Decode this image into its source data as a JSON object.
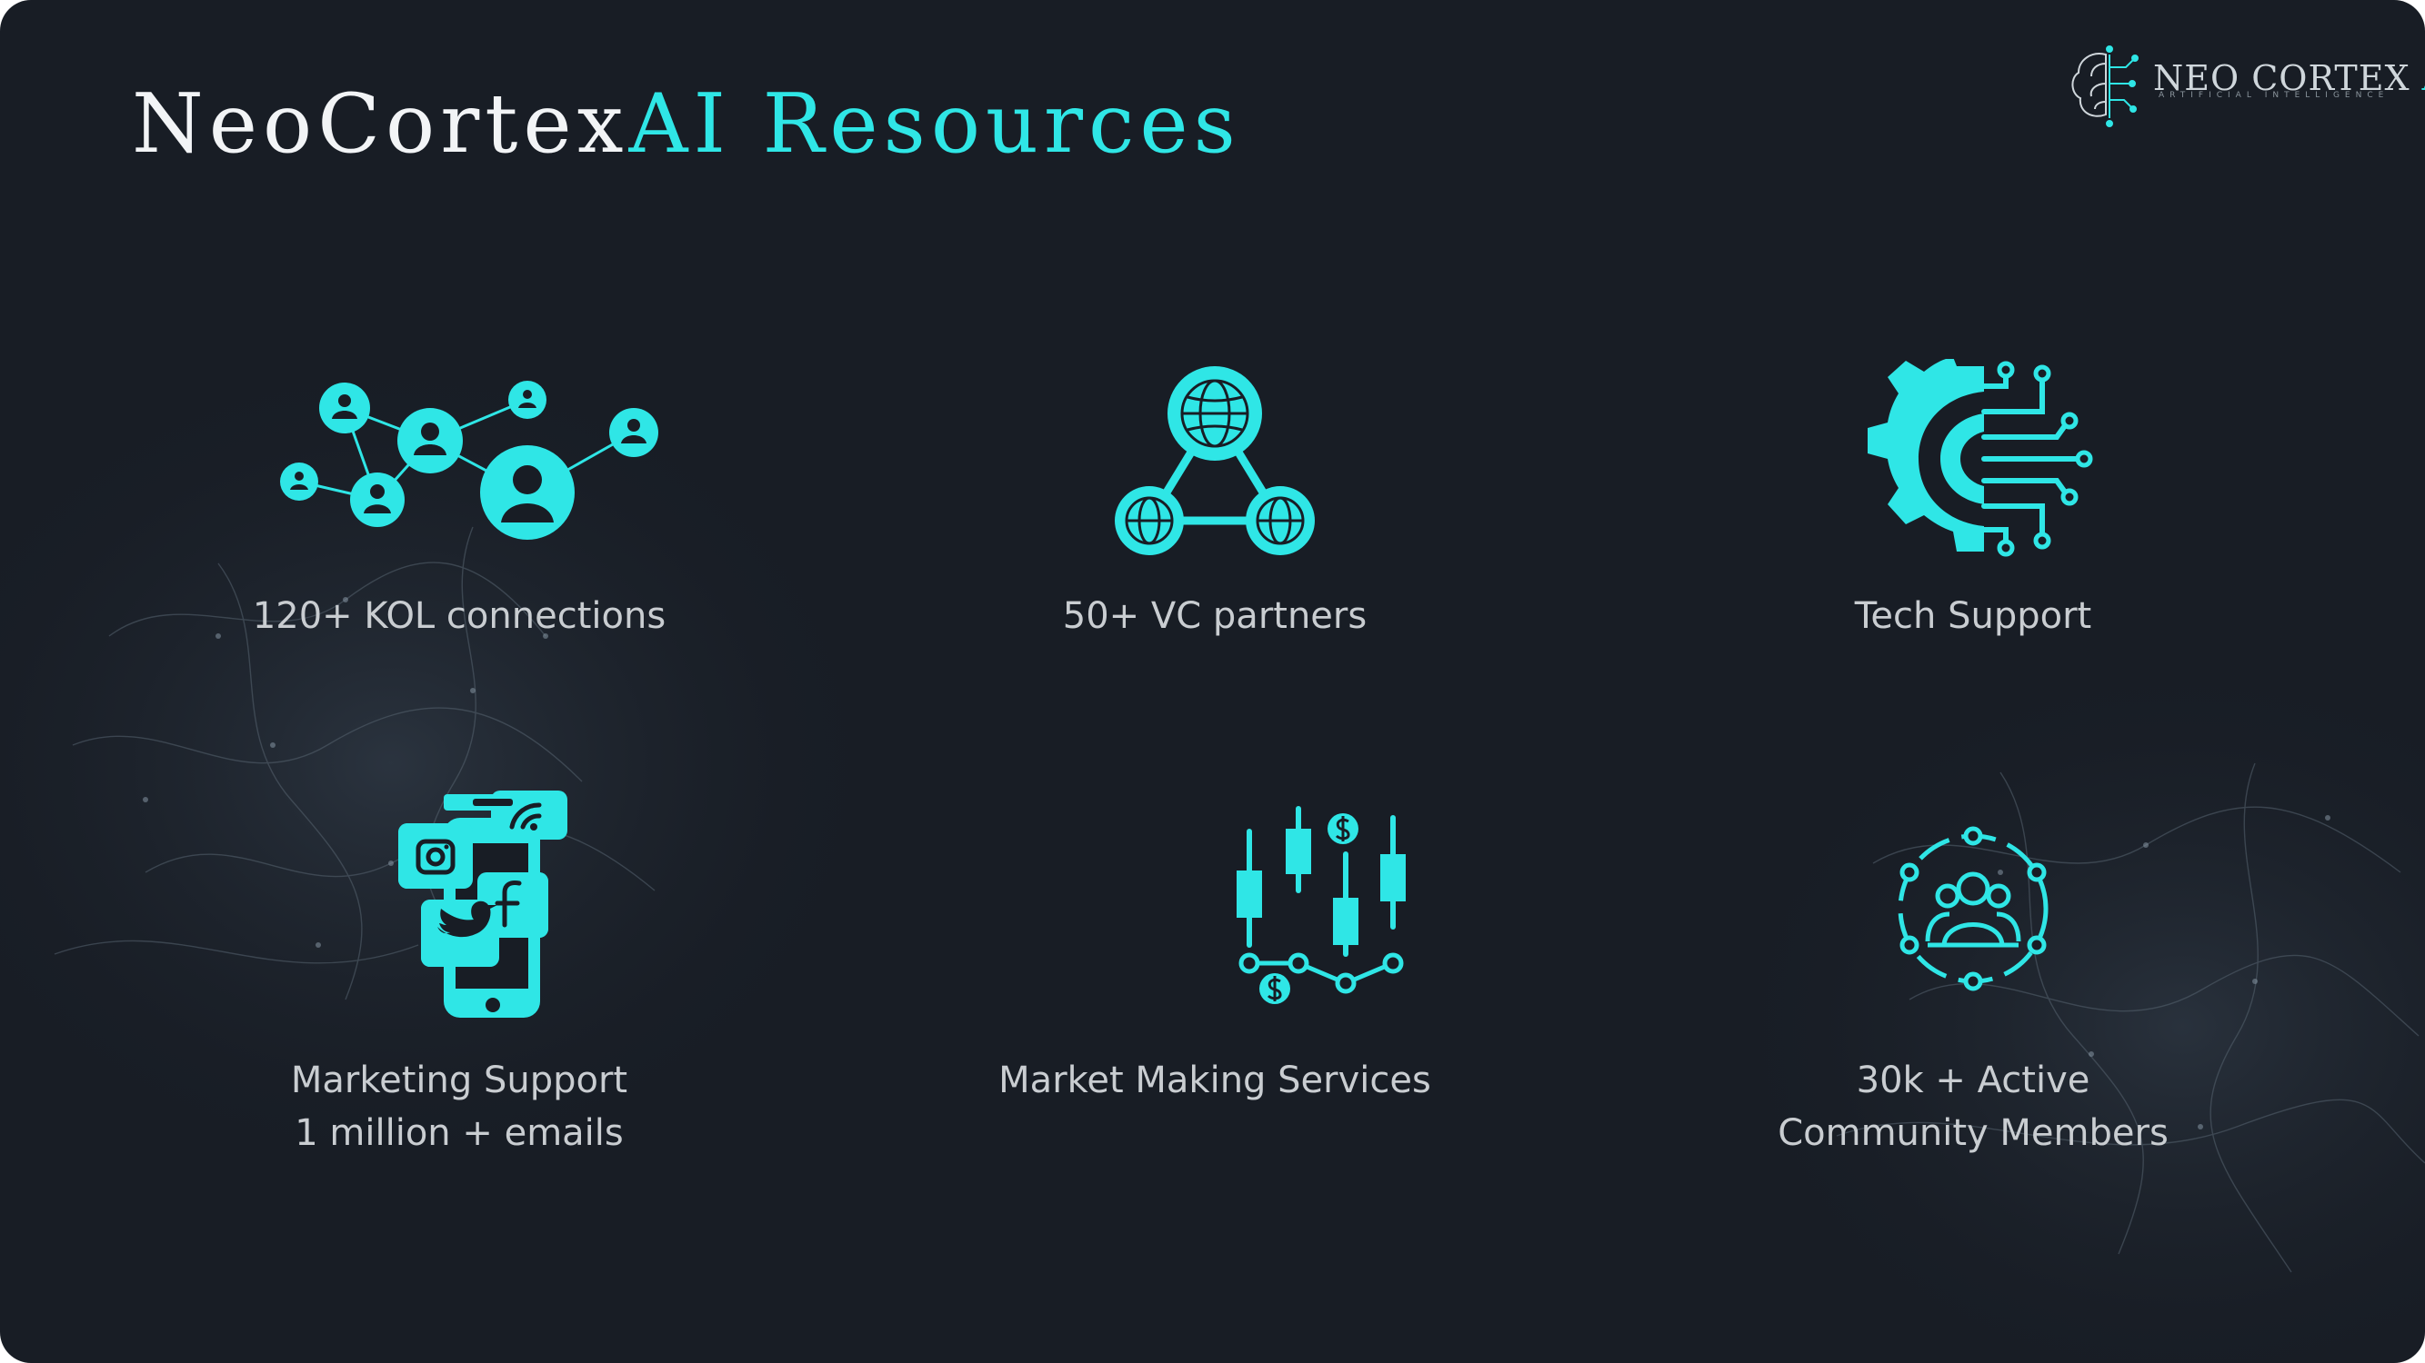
{
  "title": {
    "part1": "NeoCortex",
    "part2": "AI Resources"
  },
  "logo": {
    "word_main": "NEO CORTEX ",
    "word_accent": "AI",
    "sub": "ARTIFICIAL INTELLIGENCE"
  },
  "items": [
    {
      "icon": "kol-network-icon",
      "lines": [
        "120+ KOL connections"
      ]
    },
    {
      "icon": "vc-globe-network-icon",
      "lines": [
        "50+ VC partners"
      ]
    },
    {
      "icon": "gear-circuit-icon",
      "lines": [
        "Tech Support"
      ]
    },
    {
      "icon": "social-media-phone-icon",
      "lines": [
        "Marketing Support",
        "1 million + emails"
      ]
    },
    {
      "icon": "candlestick-market-icon",
      "lines": [
        "Market Making Services"
      ]
    },
    {
      "icon": "community-circle-icon",
      "lines": [
        "30k + Active",
        "Community Members"
      ]
    }
  ],
  "colors": {
    "background": "#181d25",
    "accent": "#2fe6e6",
    "text": "#c9cdd1"
  }
}
